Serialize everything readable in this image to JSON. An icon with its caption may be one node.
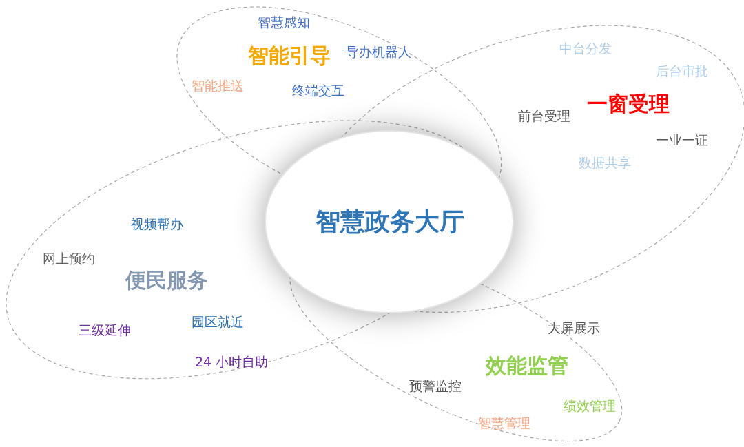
{
  "diagram": {
    "nodes": [
      {
        "text": [
          "智慧政务大厅"
        ]
      },
      {
        "text": [
          "智能引导",
          "智慧感知",
          "导办机器人",
          "智能推送",
          "终端交互"
        ]
      },
      {
        "text": [
          "一窗受理",
          "中台分发",
          "后台审批",
          "前台受理",
          "一业一证",
          "数据共享"
        ]
      },
      {
        "text": [
          "便民服务",
          "视频帮办",
          "网上预约",
          "三级延伸",
          "园区就近",
          "24 小时自助"
        ]
      },
      {
        "text": [
          "效能监管",
          "大屏展示",
          "预警监控",
          "绩效管理",
          "智慧管理"
        ]
      }
    ]
  }
}
